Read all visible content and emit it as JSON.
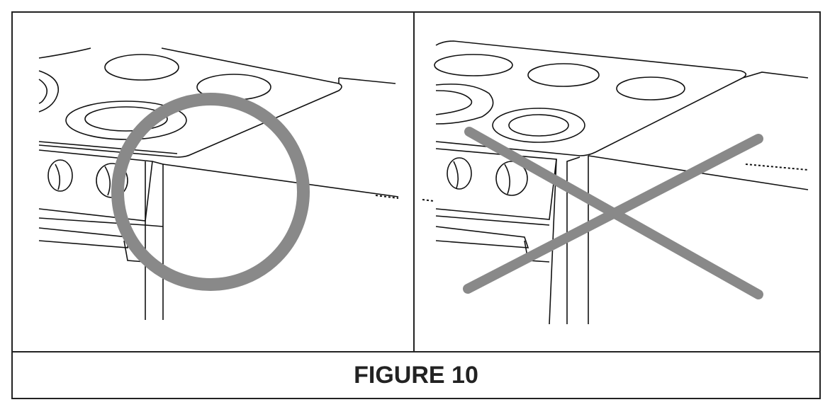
{
  "figure": {
    "caption": "FIGURE 10",
    "left_panel": {
      "meaning": "correct",
      "mark_color": "#898989"
    },
    "right_panel": {
      "meaning": "incorrect",
      "mark_color": "#898989"
    }
  }
}
